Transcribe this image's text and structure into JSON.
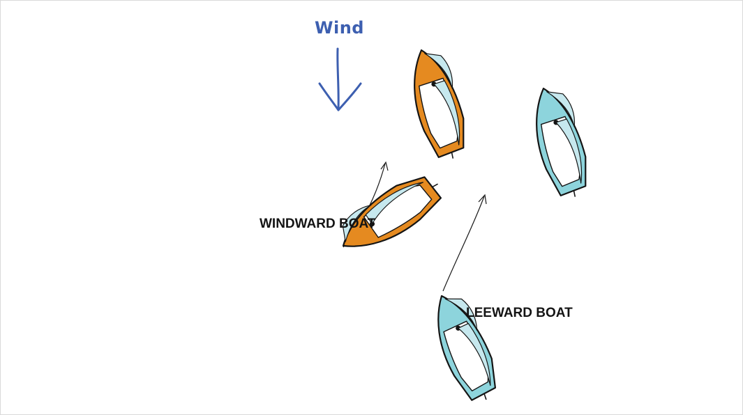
{
  "colors": {
    "wind": "#3d5fb0",
    "windward_hull": "#e58a20",
    "leeward_hull": "#8dd4dc",
    "sail": "#c6e8ee",
    "outline": "#141414",
    "track": "#1a1a1a"
  },
  "labels": {
    "wind": "Wind",
    "windward_boat": "WINDWARD BOAT",
    "leeward_boat": "LEEWARD BOAT"
  },
  "boats": [
    {
      "id": "windward-start",
      "group": "windward"
    },
    {
      "id": "windward-end",
      "group": "windward"
    },
    {
      "id": "leeward-start",
      "group": "leeward"
    },
    {
      "id": "leeward-end",
      "group": "leeward"
    }
  ]
}
